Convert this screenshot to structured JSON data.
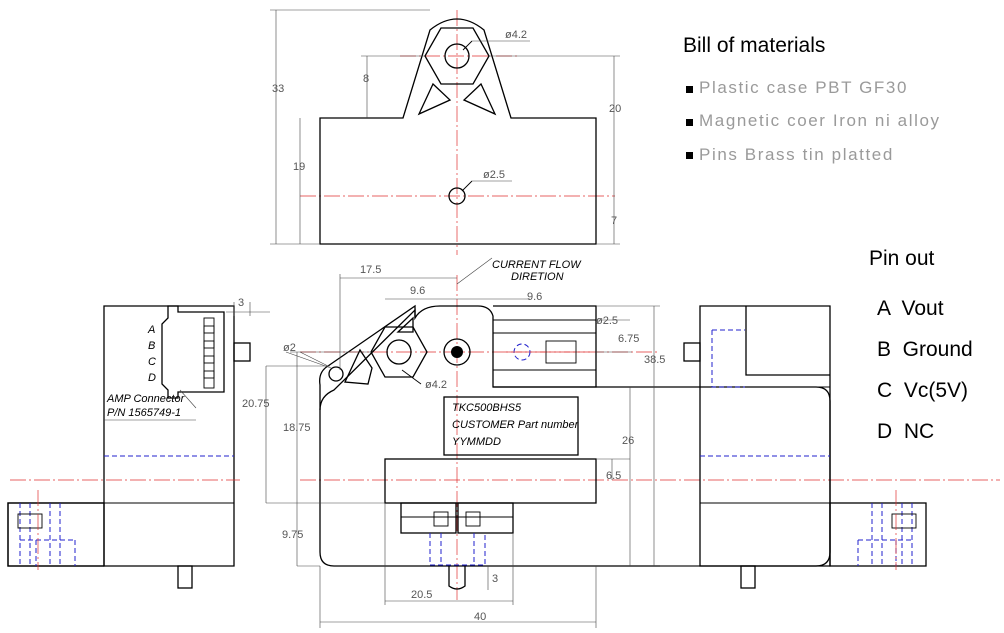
{
  "bom": {
    "title": "Bill of materials",
    "items": [
      "Plastic case  PBT GF30",
      "Magnetic coer  Iron ni alloy",
      "Pins       Brass tin platted"
    ]
  },
  "pinout": {
    "title": "Pin out",
    "pins": [
      "A  Vout",
      "B  Ground",
      "C  Vc(5V)",
      "D  NC"
    ]
  },
  "labels": {
    "current_flow_line1": "CURRENT FLOW",
    "current_flow_line2": "DIRETION",
    "connector_line1": "AMP Connector",
    "connector_line2": "P/N 1565749-1",
    "label_line1": "TKC500BHS5",
    "label_line2": "CUSTOMER Part number",
    "label_line3": "YYMMDD",
    "pin_letters": [
      "A",
      "B",
      "C",
      "D"
    ]
  },
  "dimensions": {
    "d33": "33",
    "d8": "8",
    "d42_top": "ø4.2",
    "d20": "20",
    "d19": "19",
    "d25_top": "ø2.5",
    "d7": "7",
    "d175": "17.5",
    "d96_left": "9.6",
    "d96_right": "9.6",
    "d25_side": "ø2.5",
    "d675": "6.75",
    "d385": "38.5",
    "d2": "ø2",
    "d42_front": "ø4.2",
    "d2075": "20.75",
    "d1875": "18.75",
    "d26": "26",
    "d65": "6.5",
    "d975": "9.75",
    "d3_bottom": "3",
    "d205": "20.5",
    "d40": "40",
    "d3_side": "3"
  }
}
